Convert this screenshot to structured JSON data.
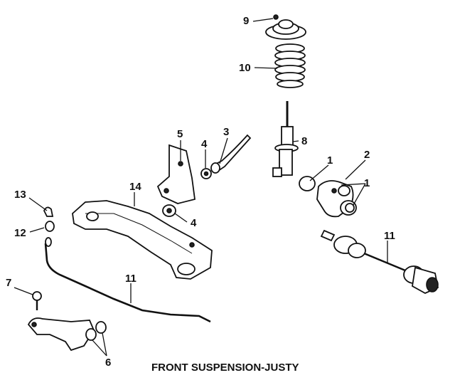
{
  "title": "FRONT SUSPENSION-JUSTY",
  "callouts": {
    "c1a": "1",
    "c1b": "1",
    "c2": "2",
    "c3": "3",
    "c4a": "4",
    "c4b": "4",
    "c5": "5",
    "c6": "6",
    "c7": "7",
    "c8": "8",
    "c9": "9",
    "c10": "10",
    "c11a": "11",
    "c11b": "11",
    "c12": "12",
    "c13": "13",
    "c14": "14"
  }
}
